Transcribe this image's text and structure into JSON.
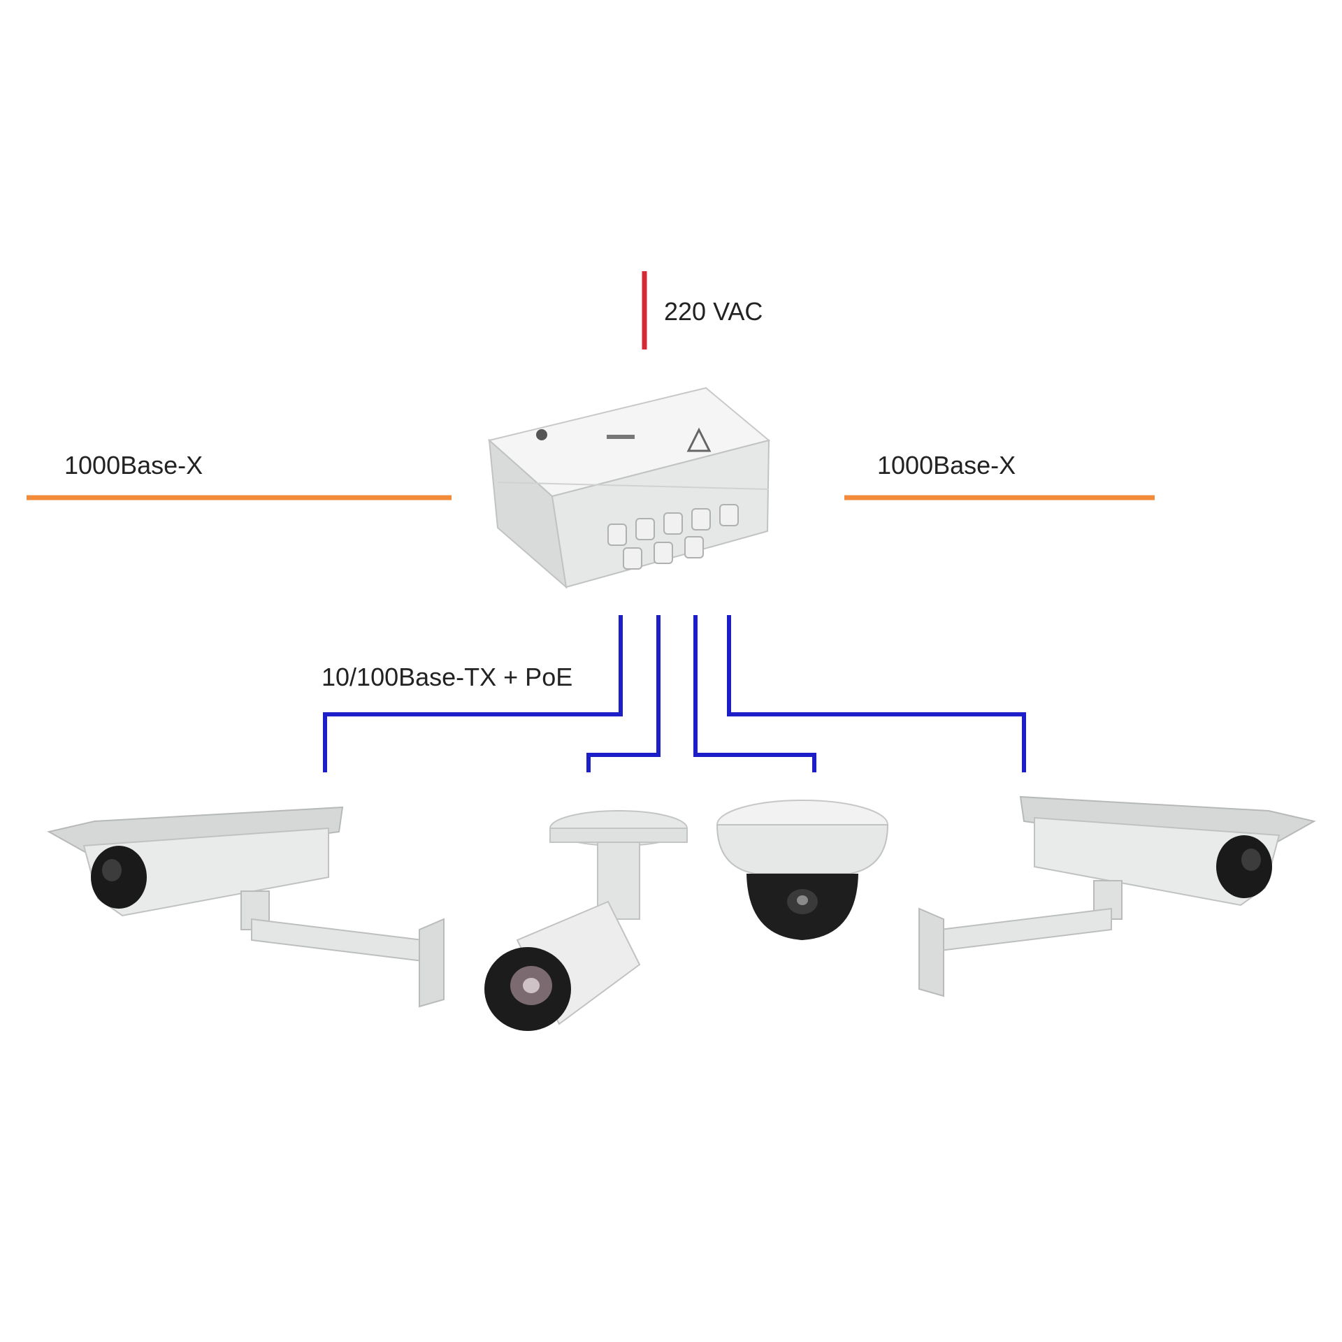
{
  "labels": {
    "power": "220 VAC",
    "uplink_left": "1000Base-X",
    "uplink_right": "1000Base-X",
    "downlink": "10/100Base-TX + PoE"
  },
  "colors": {
    "power_line": "#d42a35",
    "uplink_line": "#f28a3a",
    "downlink_line": "#1c1fc8",
    "device_body": "#e9ebea",
    "device_shadow": "#c9cccb",
    "lens": "#1a1a1a"
  },
  "icons": {
    "switch": "poe-switch-enclosure-icon",
    "camera_left": "box-camera-housing-icon",
    "camera_bullet": "bullet-camera-icon",
    "camera_dome": "dome-camera-icon",
    "camera_right": "box-camera-housing-icon"
  }
}
